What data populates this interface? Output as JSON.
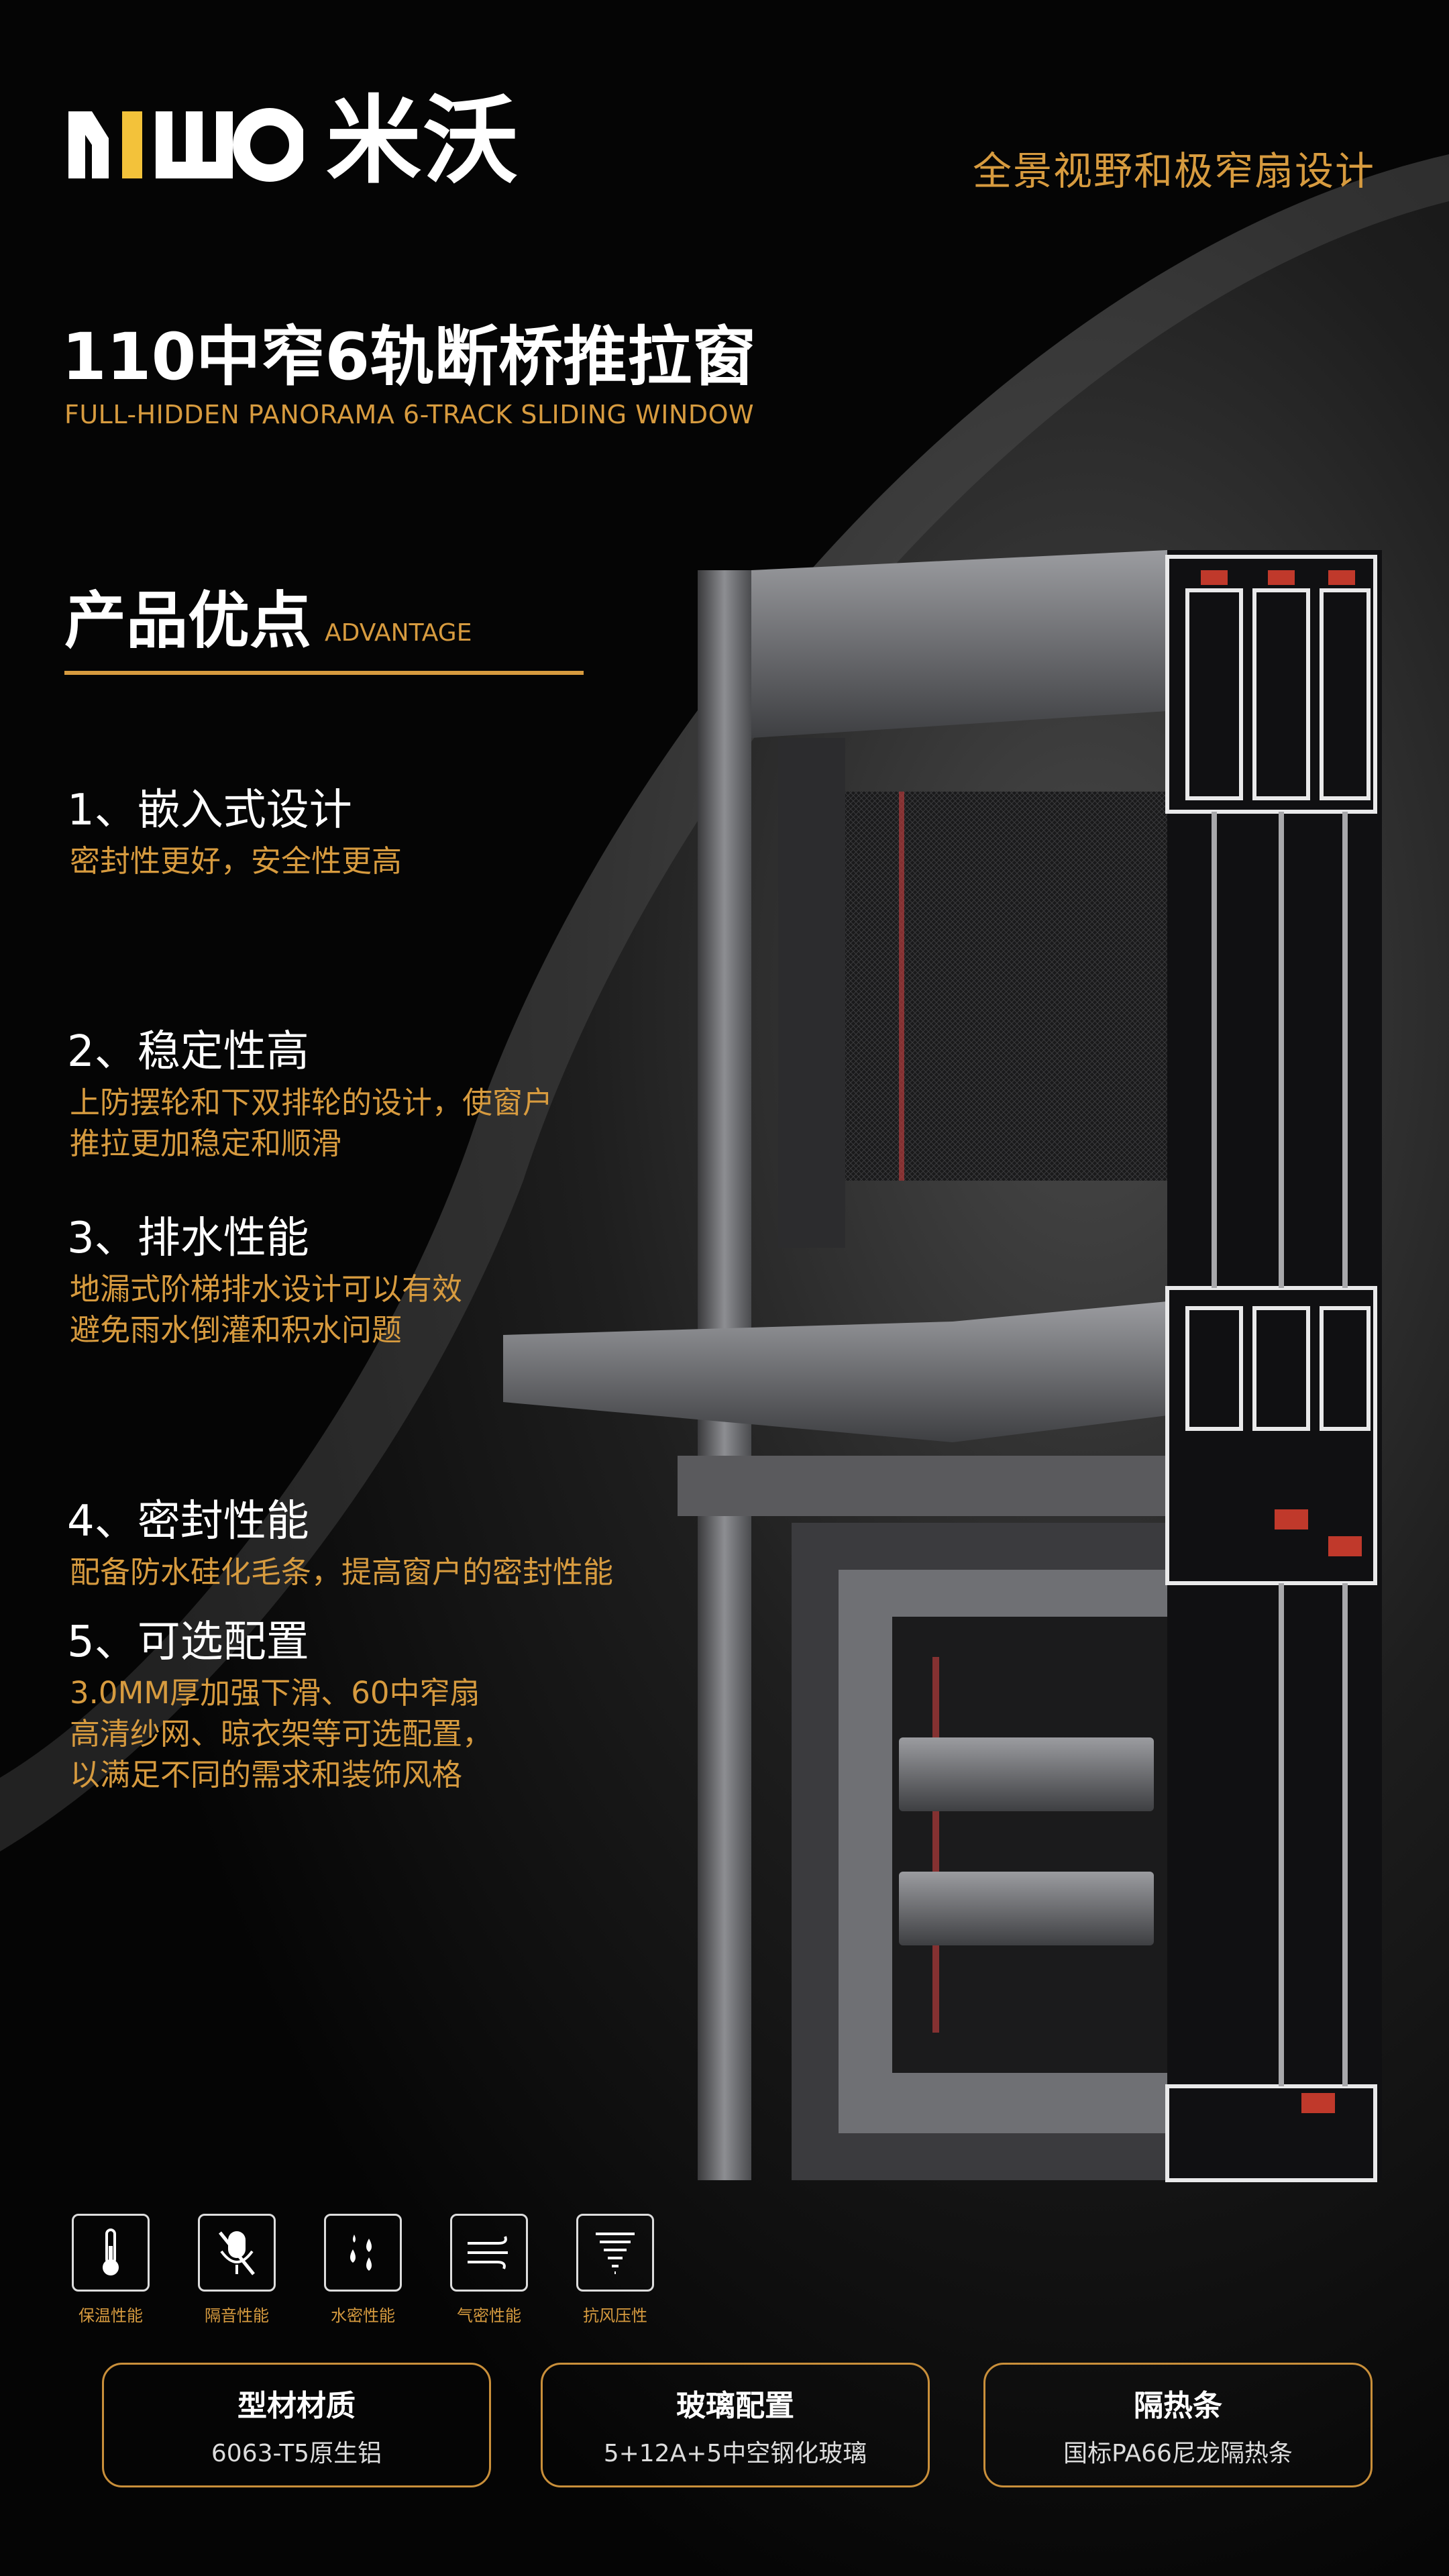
{
  "brand": {
    "logo_latin": "MIWO",
    "logo_cn": "米沃",
    "accent": "#d79b3f",
    "logo_yellow": "#f3c23a"
  },
  "tagline": "全景视野和极窄扇设计",
  "title": "110中窄6轨断桥推拉窗",
  "subtitle": "FULL-HIDDEN PANORAMA 6-TRACK SLIDING WINDOW",
  "advantage": {
    "heading": "产品优点",
    "heading_en": "ADVANTAGE"
  },
  "features": [
    {
      "title": "1、嵌入式设计",
      "lines": [
        "密封性更好，安全性更高"
      ]
    },
    {
      "title": "2、稳定性高",
      "lines": [
        "上防摆轮和下双排轮的设计，使窗户",
        "推拉更加稳定和顺滑"
      ]
    },
    {
      "title": "3、排水性能",
      "lines": [
        "地漏式阶梯排水设计可以有效",
        "避免雨水倒灌和积水问题"
      ]
    },
    {
      "title": "4、密封性能",
      "lines": [
        "配备防水硅化毛条，提高窗户的密封性能"
      ]
    },
    {
      "title": "5、可选配置",
      "lines": [
        "3.0MM厚加强下滑、60中窄扇",
        "高清纱网、晾衣架等可选配置，",
        "以满足不同的需求和装饰风格"
      ]
    }
  ],
  "performance_icons": [
    {
      "icon": "thermometer-icon",
      "label": "保温性能"
    },
    {
      "icon": "mute-icon",
      "label": "隔音性能"
    },
    {
      "icon": "water-drops-icon",
      "label": "水密性能"
    },
    {
      "icon": "wind-icon",
      "label": "气密性能"
    },
    {
      "icon": "tornado-icon",
      "label": "抗风压性"
    }
  ],
  "specs": [
    {
      "title": "型材材质",
      "value": "6063-T5原生铝"
    },
    {
      "title": "玻璃配置",
      "value": "5+12A+5中空钢化玻璃"
    },
    {
      "title": "隔热条",
      "value": "国标PA66尼龙隔热条"
    }
  ]
}
